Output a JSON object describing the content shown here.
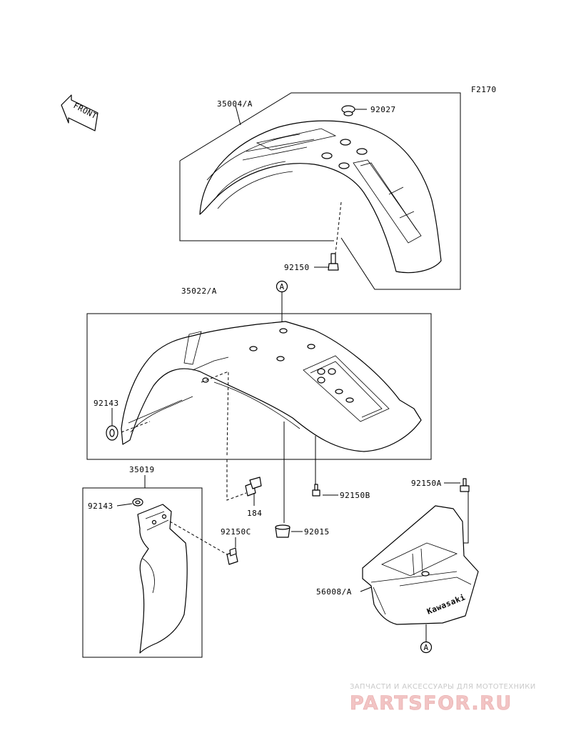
{
  "diagram": {
    "figure_code": "F2170",
    "front_arrow_text": "FRONT",
    "parts": {
      "p35004": "35004/A",
      "p92027": "92027",
      "p92150": "92150",
      "p35022": "35022/A",
      "p92143a": "92143",
      "p35019": "35019",
      "p92143b": "92143",
      "p184": "184",
      "p92150b": "92150B",
      "p92015": "92015",
      "p92150c": "92150C",
      "p92150a": "92150A",
      "p56008": "56008/A"
    },
    "ref_marker": "A",
    "logo_text": "Kawasaki"
  },
  "watermark": {
    "subtitle": "ЗАПЧАСТИ И АКСЕССУАРЫ ДЛЯ МОТОТЕХНИКИ",
    "brand": "PARTSFOR.RU"
  }
}
